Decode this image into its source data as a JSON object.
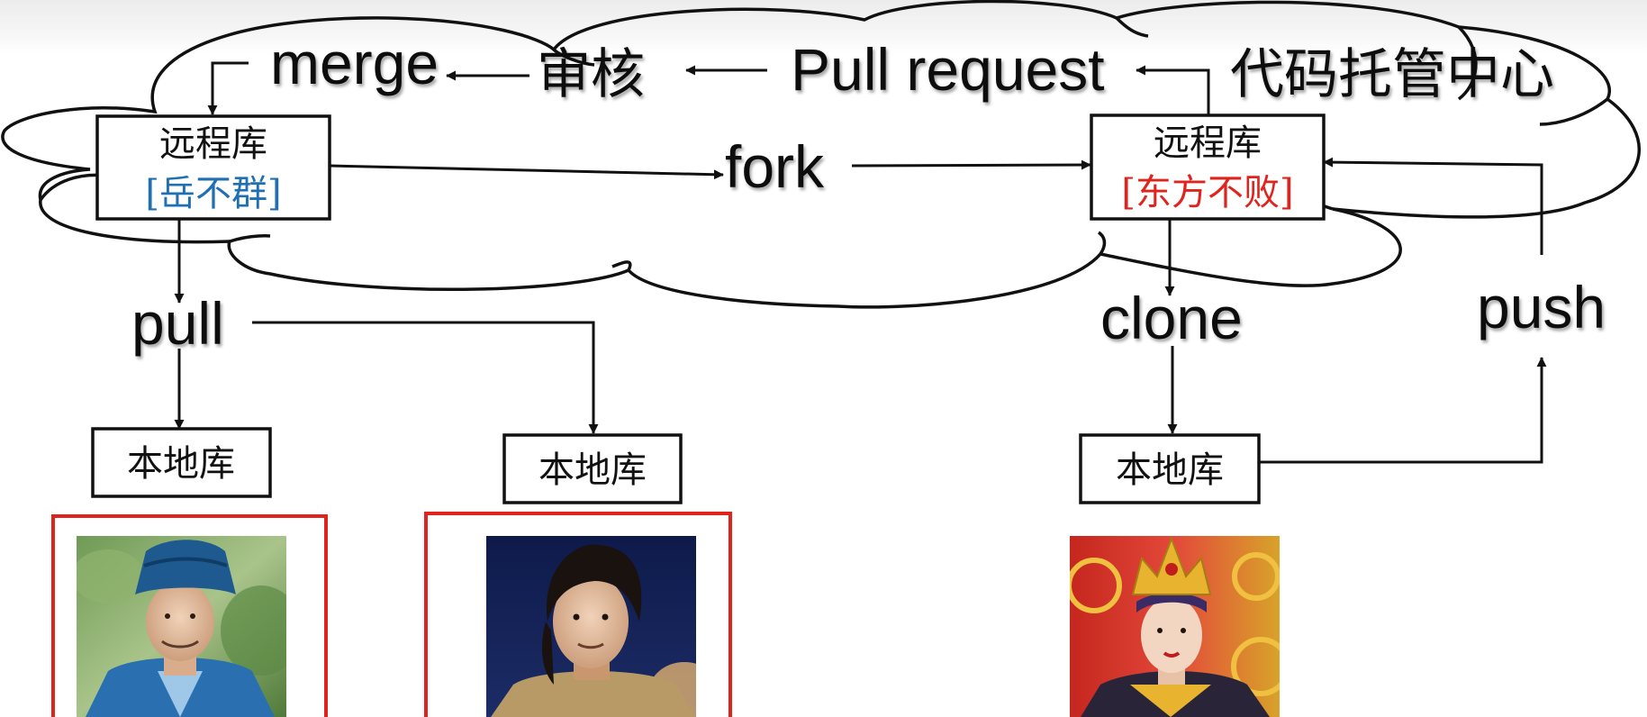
{
  "cloud_label": "代码托管中心",
  "actions": {
    "merge": "merge",
    "review": "审核",
    "pull_request": "Pull request",
    "fork": "fork",
    "pull": "pull",
    "clone": "clone",
    "push": "push"
  },
  "remote_repo_left": {
    "label": "远程库",
    "owner": "[岳不群]",
    "owner_color": "#1f6fb5"
  },
  "remote_repo_right": {
    "label": "远程库",
    "owner": "[东方不败]",
    "owner_color": "#e0231c"
  },
  "local_repos": [
    {
      "label": "本地库"
    },
    {
      "label": "本地库"
    },
    {
      "label": "本地库"
    }
  ],
  "colors": {
    "line": "#111111",
    "highlight_frame": "#e0231c"
  },
  "photos": [
    {
      "subject": "portrait-man-blue-hat",
      "highlighted": true
    },
    {
      "subject": "portrait-young-man",
      "highlighted": true
    },
    {
      "subject": "portrait-woman-golden-crown",
      "highlighted": false
    }
  ]
}
